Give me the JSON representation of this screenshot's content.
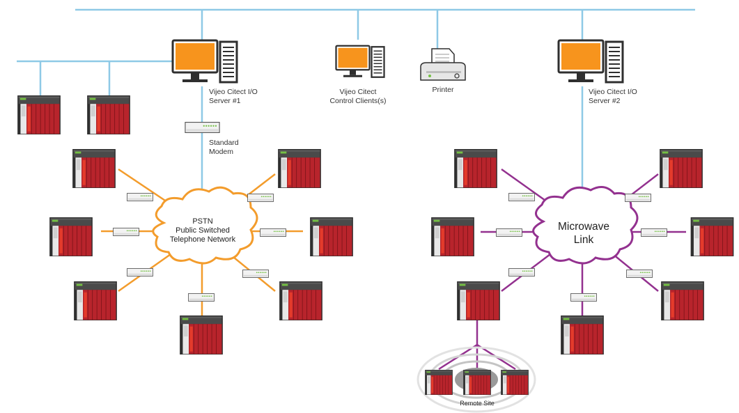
{
  "colors": {
    "bus": "#8ec9e6",
    "pstn_link": "#f39c2c",
    "microwave_link": "#93318f",
    "monitor_screen": "#f7941d",
    "plc_red": "#b8242c",
    "plc_dark": "#3d3d3d"
  },
  "labels": {
    "server1_line1": "Vijeo Citect I/O",
    "server1_line2": "Server #1",
    "clients_line1": "Vijeo Citect",
    "clients_line2": "Control Clients(s)",
    "printer": "Printer",
    "server2_line1": "Vijeo Citect I/O",
    "server2_line2": "Server #2",
    "modem_line1": "Standard",
    "modem_line2": "Modem",
    "pstn_line1": "PSTN",
    "pstn_line2": "Public Switched",
    "pstn_line3": "Telephone Network",
    "microwave_line1": "Microwave",
    "microwave_line2": "Link",
    "remote_site": "Remote Site"
  },
  "icons": {
    "computer": "computer-icon",
    "printer": "printer-icon",
    "plc": "plc-rack-icon",
    "modem": "modem-icon",
    "cloud": "network-cloud-icon"
  }
}
